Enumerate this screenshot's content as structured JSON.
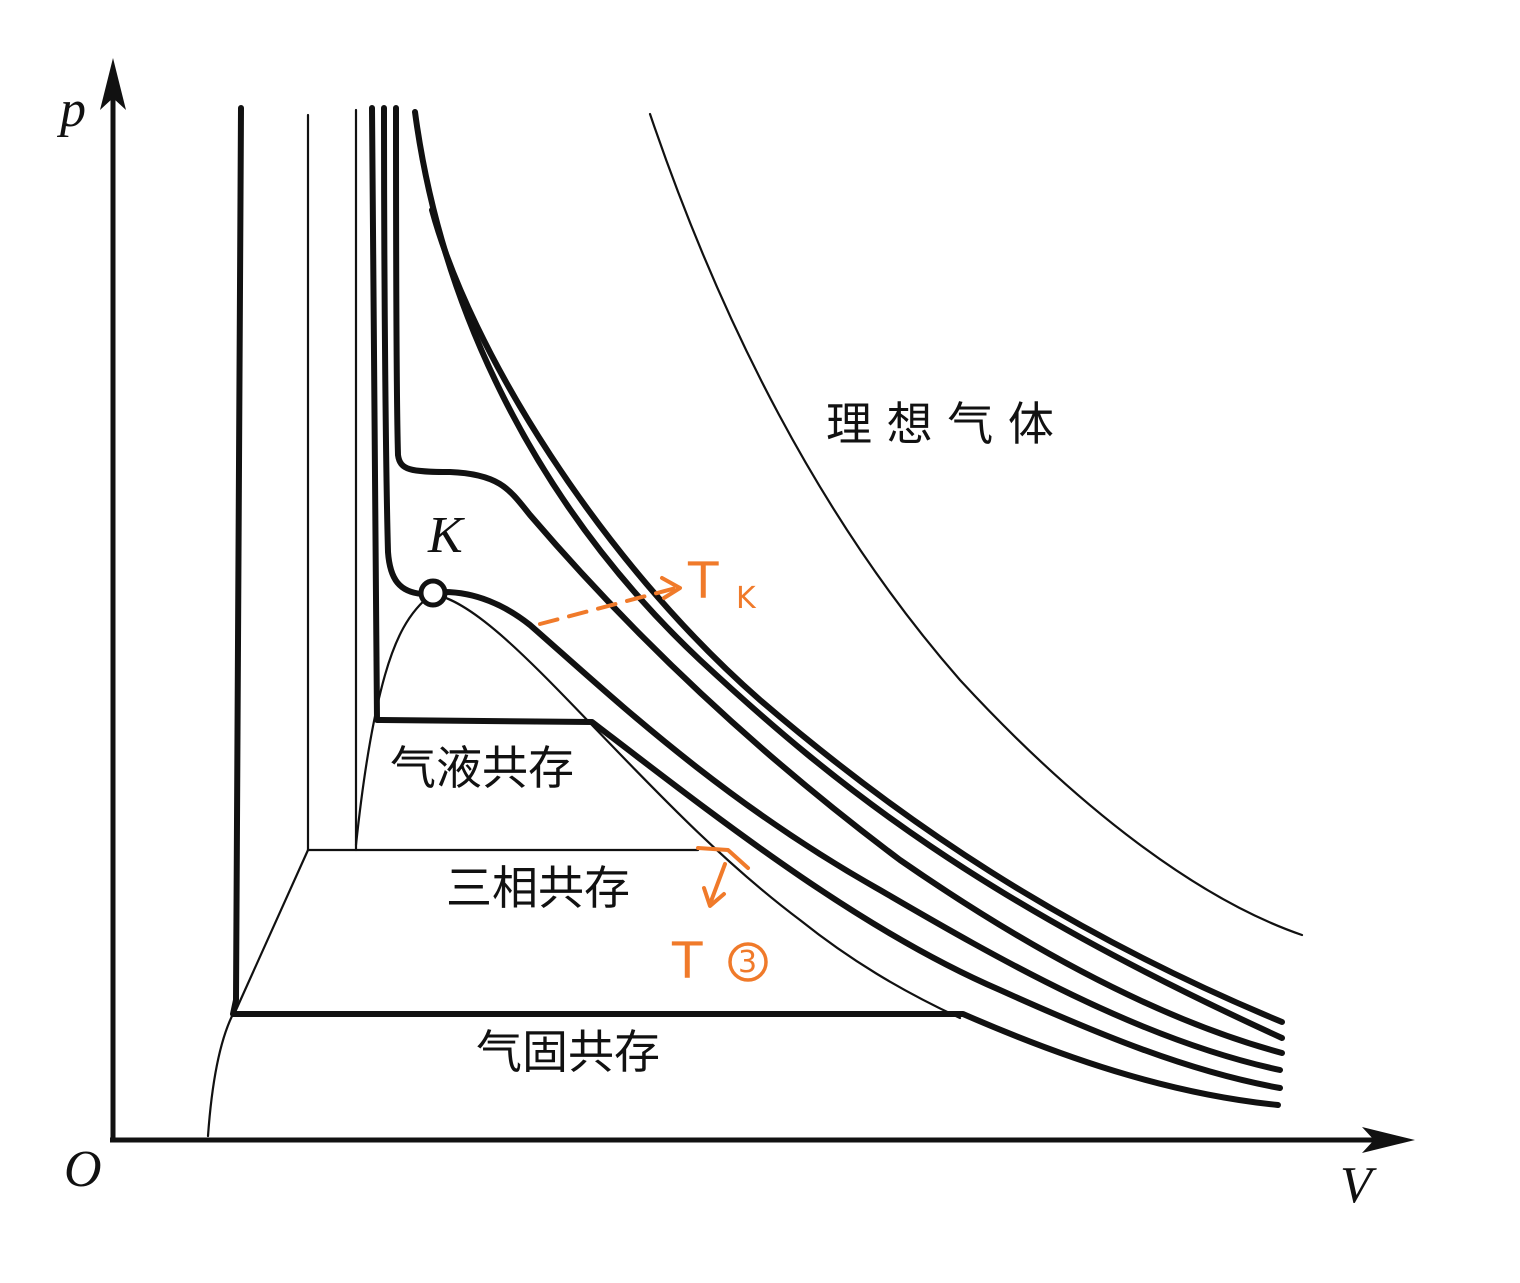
{
  "axes": {
    "y_label": "p",
    "x_label": "V",
    "origin_label": "O"
  },
  "points": {
    "critical_point_label": "K"
  },
  "regions": {
    "ideal_gas": "理 想 气 体",
    "gas_liquid": "气液共存",
    "triple": "三相共存",
    "gas_solid": "气固共存"
  },
  "annotations": {
    "critical_isotherm": {
      "letter": "T",
      "subscript": "K"
    },
    "triple_isotherm": {
      "letter": "T",
      "subscript": "3"
    }
  },
  "colors": {
    "ink": "#111111",
    "annotation": "#f07a2a",
    "background": "#ffffff"
  }
}
